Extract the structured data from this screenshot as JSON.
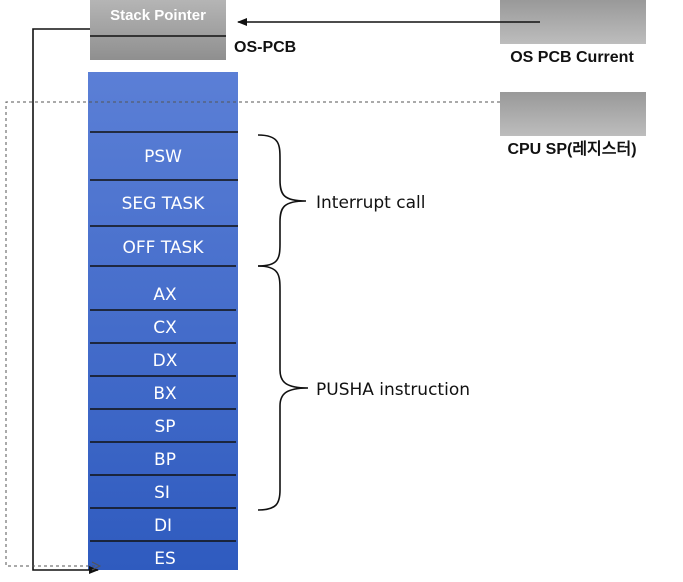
{
  "stack_pointer_label": "Stack Pointer",
  "os_pcb_label": "OS-PCB",
  "os_pcb_current_label": "OS PCB Current",
  "cpu_sp_label": "CPU SP(레지스터)",
  "stack_entries": [
    "PSW",
    "SEG TASK",
    "OFF TASK",
    "AX",
    "CX",
    "DX",
    "BX",
    "SP",
    "BP",
    "SI",
    "DI",
    "ES"
  ],
  "brace_labels": {
    "interrupt_call": "Interrupt call",
    "pusha_instruction": "PUSHA instruction"
  },
  "colors": {
    "stack_top": "#5b7fd6",
    "stack_bottom": "#2f5bbf",
    "gray_box": "#a8a8a8"
  }
}
